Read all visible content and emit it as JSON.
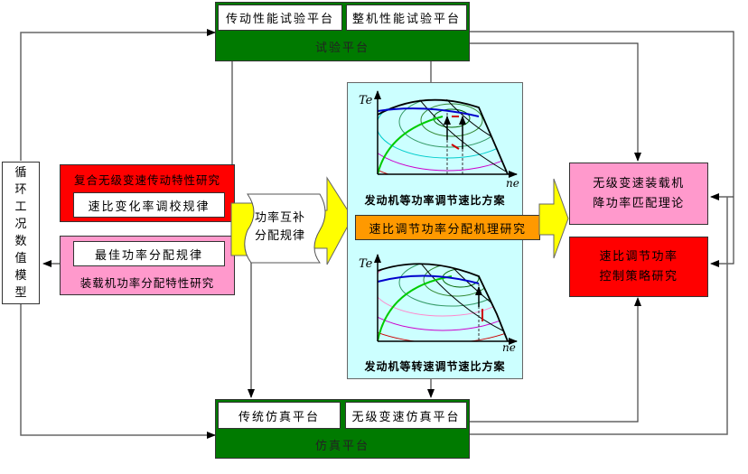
{
  "test_platform": {
    "title": "试验平台",
    "items": [
      "传动性能试验平台",
      "整机性能试验平台"
    ]
  },
  "sim_platform": {
    "title": "仿真平台",
    "items": [
      "传统仿真平台",
      "无级变速仿真平台"
    ]
  },
  "cycle_model": {
    "label": "循环工况数值模型",
    "chars": [
      "循",
      "环",
      "工",
      "况",
      "数",
      "值",
      "模",
      "型"
    ]
  },
  "left_blocks": {
    "transmission_research": {
      "title": "复合无级变速传动特性研究",
      "inner": "速比变化率调校规律"
    },
    "power_distribution_research": {
      "title": "装载机功率分配特性研究",
      "inner": "最佳功率分配规律"
    }
  },
  "complement_rule": {
    "lines": [
      "功率互补",
      "分配规律"
    ]
  },
  "center_panel": {
    "top_chart": {
      "caption": "发动机等功率调节速比方案",
      "y_axis": "Te",
      "x_axis": "ne"
    },
    "mechanism": "速比调节功率分配机理研究",
    "bottom_chart": {
      "caption": "发动机等转速调节速比方案",
      "y_axis": "Te",
      "x_axis": "ne"
    }
  },
  "right_blocks": {
    "matching_theory": {
      "lines": [
        "无级变速装载机",
        "降功率匹配理论"
      ]
    },
    "control_strategy": {
      "lines": [
        "速比调节功率",
        "控制策略研究"
      ]
    }
  },
  "colors": {
    "platform_green": "#007a00",
    "research_red": "#ff0000",
    "research_pink": "#ff99cc",
    "panel_cyan": "#ccffff",
    "mechanism_orange": "#ff9900",
    "arrow_yellow": "#ffff00"
  }
}
